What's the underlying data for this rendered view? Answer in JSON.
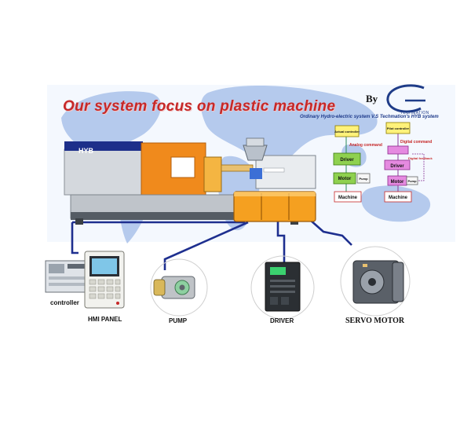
{
  "headline": "Our system focus on  plastic  machine",
  "by_label": "By",
  "logo_text": "TECHMATION",
  "system_caption": "Ordinary Hydro-electric system V.S Techmation's HYB system",
  "machine_brand": "HYB",
  "ordinary_system": {
    "controller_label": "Actual controller",
    "command_label": "Analog command",
    "driver_label": "Driver",
    "motor_label": "Motor",
    "pump_label": "Pump",
    "machine_label": "Machine"
  },
  "hyb_system": {
    "controller_label": "Pilot controller",
    "command_label": "Digital command",
    "feedback_label": "Digital feedback",
    "driver_label": "Driver",
    "motor_label": "Motor",
    "pump_label": "Pump",
    "machine_label": "Machine"
  },
  "components": {
    "controller": "controller",
    "hmi_panel": "HMI PANEL",
    "pump": "PUMP",
    "driver": "DRIVER",
    "servo_motor": "SERVO MOTOR"
  },
  "colors": {
    "headline": "#c62828",
    "machine_orange": "#f08a1c",
    "machine_gray": "#cfd3d8",
    "tank_orange": "#f5a020",
    "wire_blue": "#1e2f8f",
    "map_blue": "#9fb9e6",
    "box_green": "#8fd14f",
    "box_magenta": "#e58ae0",
    "box_yellow": "#fff27a"
  }
}
